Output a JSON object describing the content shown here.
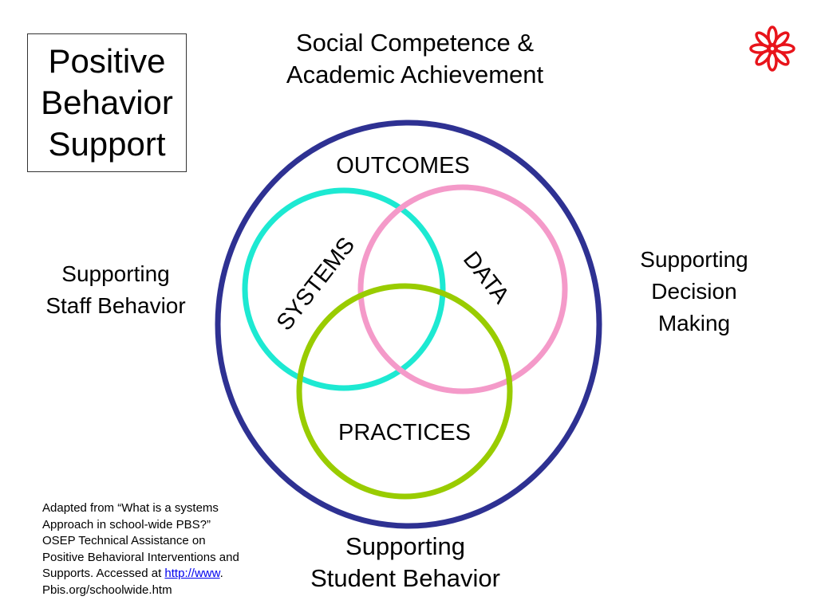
{
  "title_box": {
    "lines": [
      "Positive",
      "Behavior",
      "Support"
    ]
  },
  "top_caption": {
    "lines": [
      "Social Competence &",
      "Academic Achievement"
    ]
  },
  "left_caption": {
    "lines": [
      "Supporting",
      "Staff Behavior"
    ]
  },
  "right_caption": {
    "lines": [
      "Supporting",
      "Decision",
      "Making"
    ]
  },
  "bottom_caption": {
    "lines": [
      "Supporting",
      "Student Behavior"
    ]
  },
  "diagram": {
    "outer_label": "OUTCOMES",
    "systems_label": "SYSTEMS",
    "data_label": "DATA",
    "practices_label": "PRACTICES"
  },
  "citation": {
    "line1": "Adapted from “What is a systems",
    "line2": "Approach in school-wide PBS?”",
    "line3": "OSEP Technical Assistance on",
    "line4": "Positive Behavioral Interventions and",
    "line5_prefix": "Supports. Accessed at ",
    "link_text": "http://www",
    "line5_suffix": ".",
    "line6": "Pbis.org/schoolwide.htm"
  },
  "colors": {
    "outer_circle": "#2e3192",
    "systems_circle": "#1de9d2",
    "data_circle": "#f49ac9",
    "practices_circle": "#99cc00",
    "asterisk": "#e8141b"
  },
  "icons": {
    "corner_mark": "red-asterisk-icon"
  }
}
